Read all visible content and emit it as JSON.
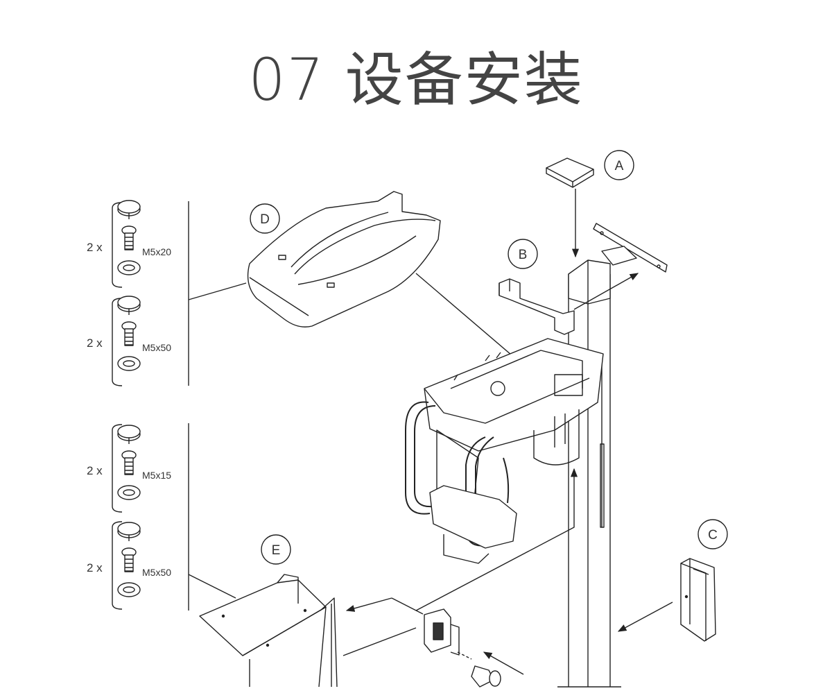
{
  "title": "07 设备安装",
  "callouts": {
    "a": "A",
    "b": "B",
    "c": "C",
    "d": "D",
    "e": "E"
  },
  "hardware_groups": [
    {
      "qty": "2 x",
      "size": "M5x20"
    },
    {
      "qty": "2 x",
      "size": "M5x50"
    },
    {
      "qty": "2 x",
      "size": "M5x15"
    },
    {
      "qty": "2 x",
      "size": "M5x50"
    }
  ]
}
